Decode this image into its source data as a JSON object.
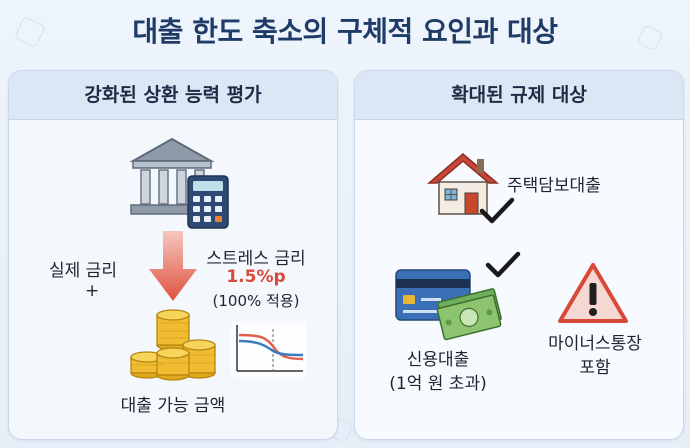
{
  "title": "대출 한도 축소의 구체적 요인과 대상",
  "left_panel": {
    "heading": "강화된 상환 능력 평가",
    "actual_rate": "실제 금리",
    "plus": "+",
    "stress_rate": "스트레스 금리",
    "stress_value": "1.5%p",
    "stress_note": "(100% 적용)",
    "loan_capacity": "대출 가능 금액"
  },
  "right_panel": {
    "heading": "확대된 규제 대상",
    "mortgage": "주택담보대출",
    "credit_loan": "신용대출",
    "credit_note": "(1억 원 초과)",
    "overdraft_line1": "마이너스통장",
    "overdraft_line2": "포함"
  },
  "colors": {
    "title": "#1f3c68",
    "accent_red": "#d94a3a",
    "panel_header": "#dbe7f5"
  },
  "icons": [
    "bank-icon",
    "calculator-icon",
    "down-arrow-icon",
    "coins-icon",
    "decline-chart-icon",
    "house-icon",
    "checkmark-icon",
    "credit-card-icon",
    "cash-icon",
    "warning-icon"
  ]
}
